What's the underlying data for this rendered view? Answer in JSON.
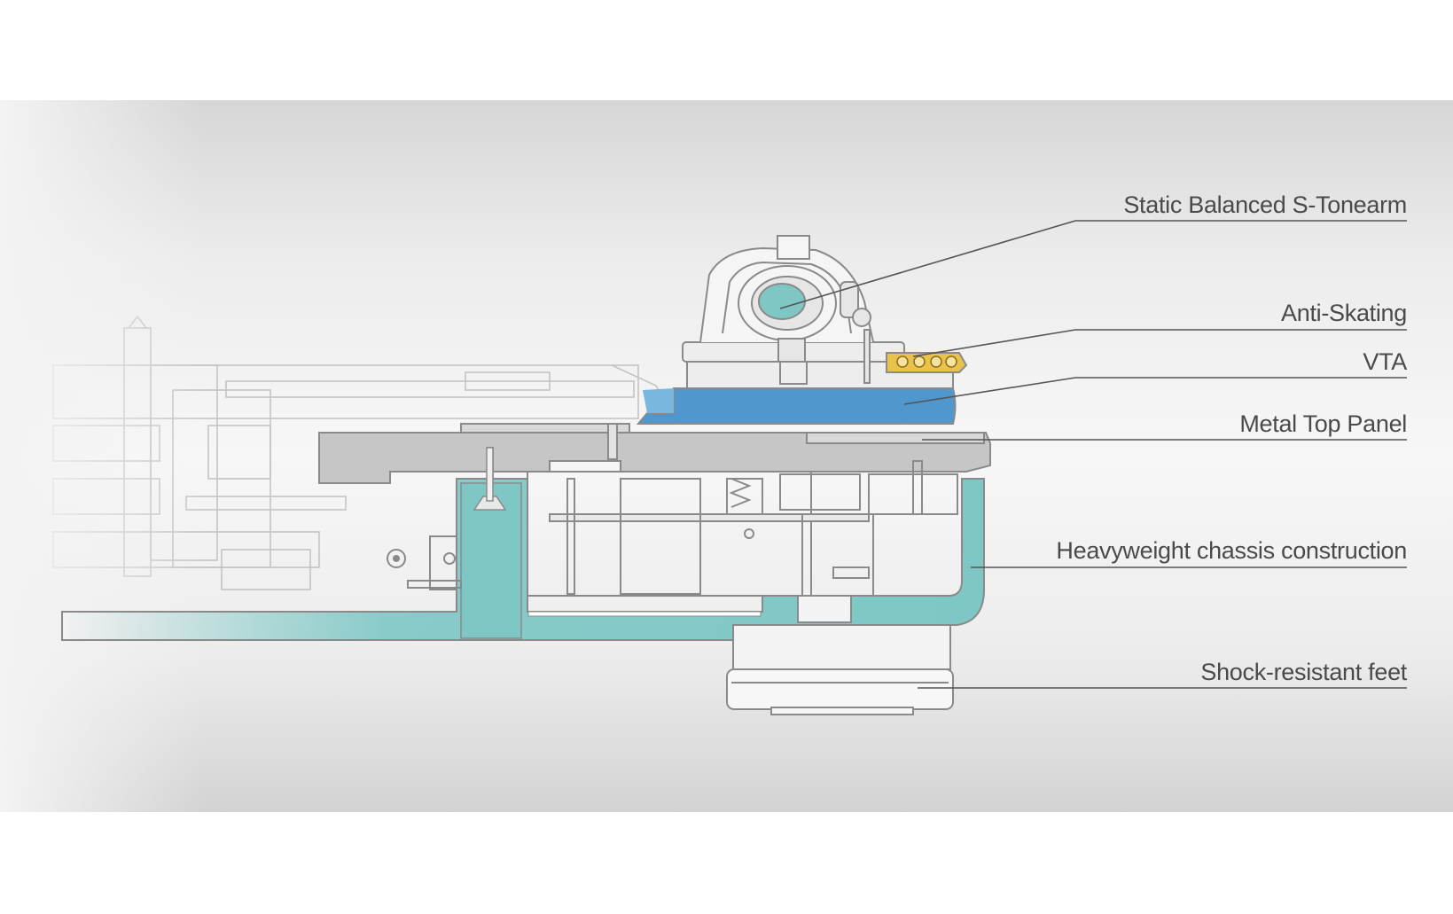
{
  "colors": {
    "chassis": "#7ec7c5",
    "top_panel_blue": "#4f97cd",
    "metal_gray": "#c6c6c6",
    "anti_skating_gold": "#e8c24a",
    "outline": "#8a8a8a",
    "label_text": "#4a4a4a"
  },
  "callouts": [
    {
      "id": "tonearm",
      "label": "Static Balanced S-Tonearm"
    },
    {
      "id": "anti-skating",
      "label": "Anti-Skating"
    },
    {
      "id": "vta",
      "label": "VTA"
    },
    {
      "id": "metal-top-panel",
      "label": "Metal Top Panel"
    },
    {
      "id": "chassis",
      "label": "Heavyweight chassis construction"
    },
    {
      "id": "feet",
      "label": "Shock-resistant feet"
    }
  ]
}
